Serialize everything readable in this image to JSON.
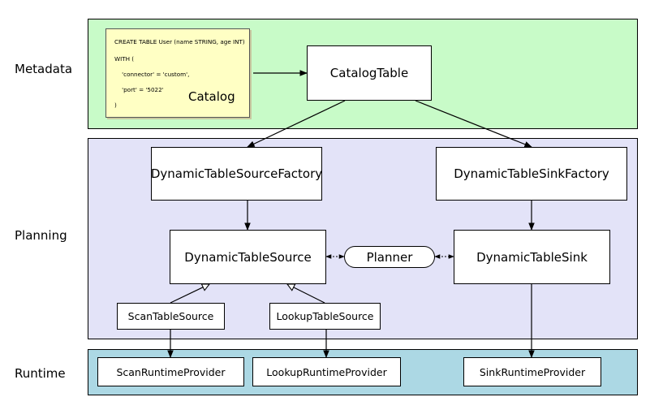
{
  "lanes": {
    "metadata": "Metadata",
    "planning": "Planning",
    "runtime": "Runtime"
  },
  "catalog": {
    "code_lines": [
      "CREATE TABLE User (name STRING, age INT)",
      "WITH (",
      "    'connector' = 'custom',",
      "    'port' = '5022'",
      ")"
    ],
    "label": "Catalog"
  },
  "nodes": {
    "catalog_table": "CatalogTable",
    "source_factory": "DynamicTableSourceFactory",
    "sink_factory": "DynamicTableSinkFactory",
    "source": "DynamicTableSource",
    "sink": "DynamicTableSink",
    "planner": "Planner",
    "scan_source": "ScanTableSource",
    "lookup_source": "LookupTableSource",
    "scan_provider": "ScanRuntimeProvider",
    "lookup_provider": "LookupRuntimeProvider",
    "sink_provider": "SinkRuntimeProvider"
  },
  "colors": {
    "metadata_band": "#c8fbc8",
    "planning_band": "#e3e3f8",
    "runtime_band": "#acd8e4",
    "catalog_note": "#ffffc4"
  }
}
